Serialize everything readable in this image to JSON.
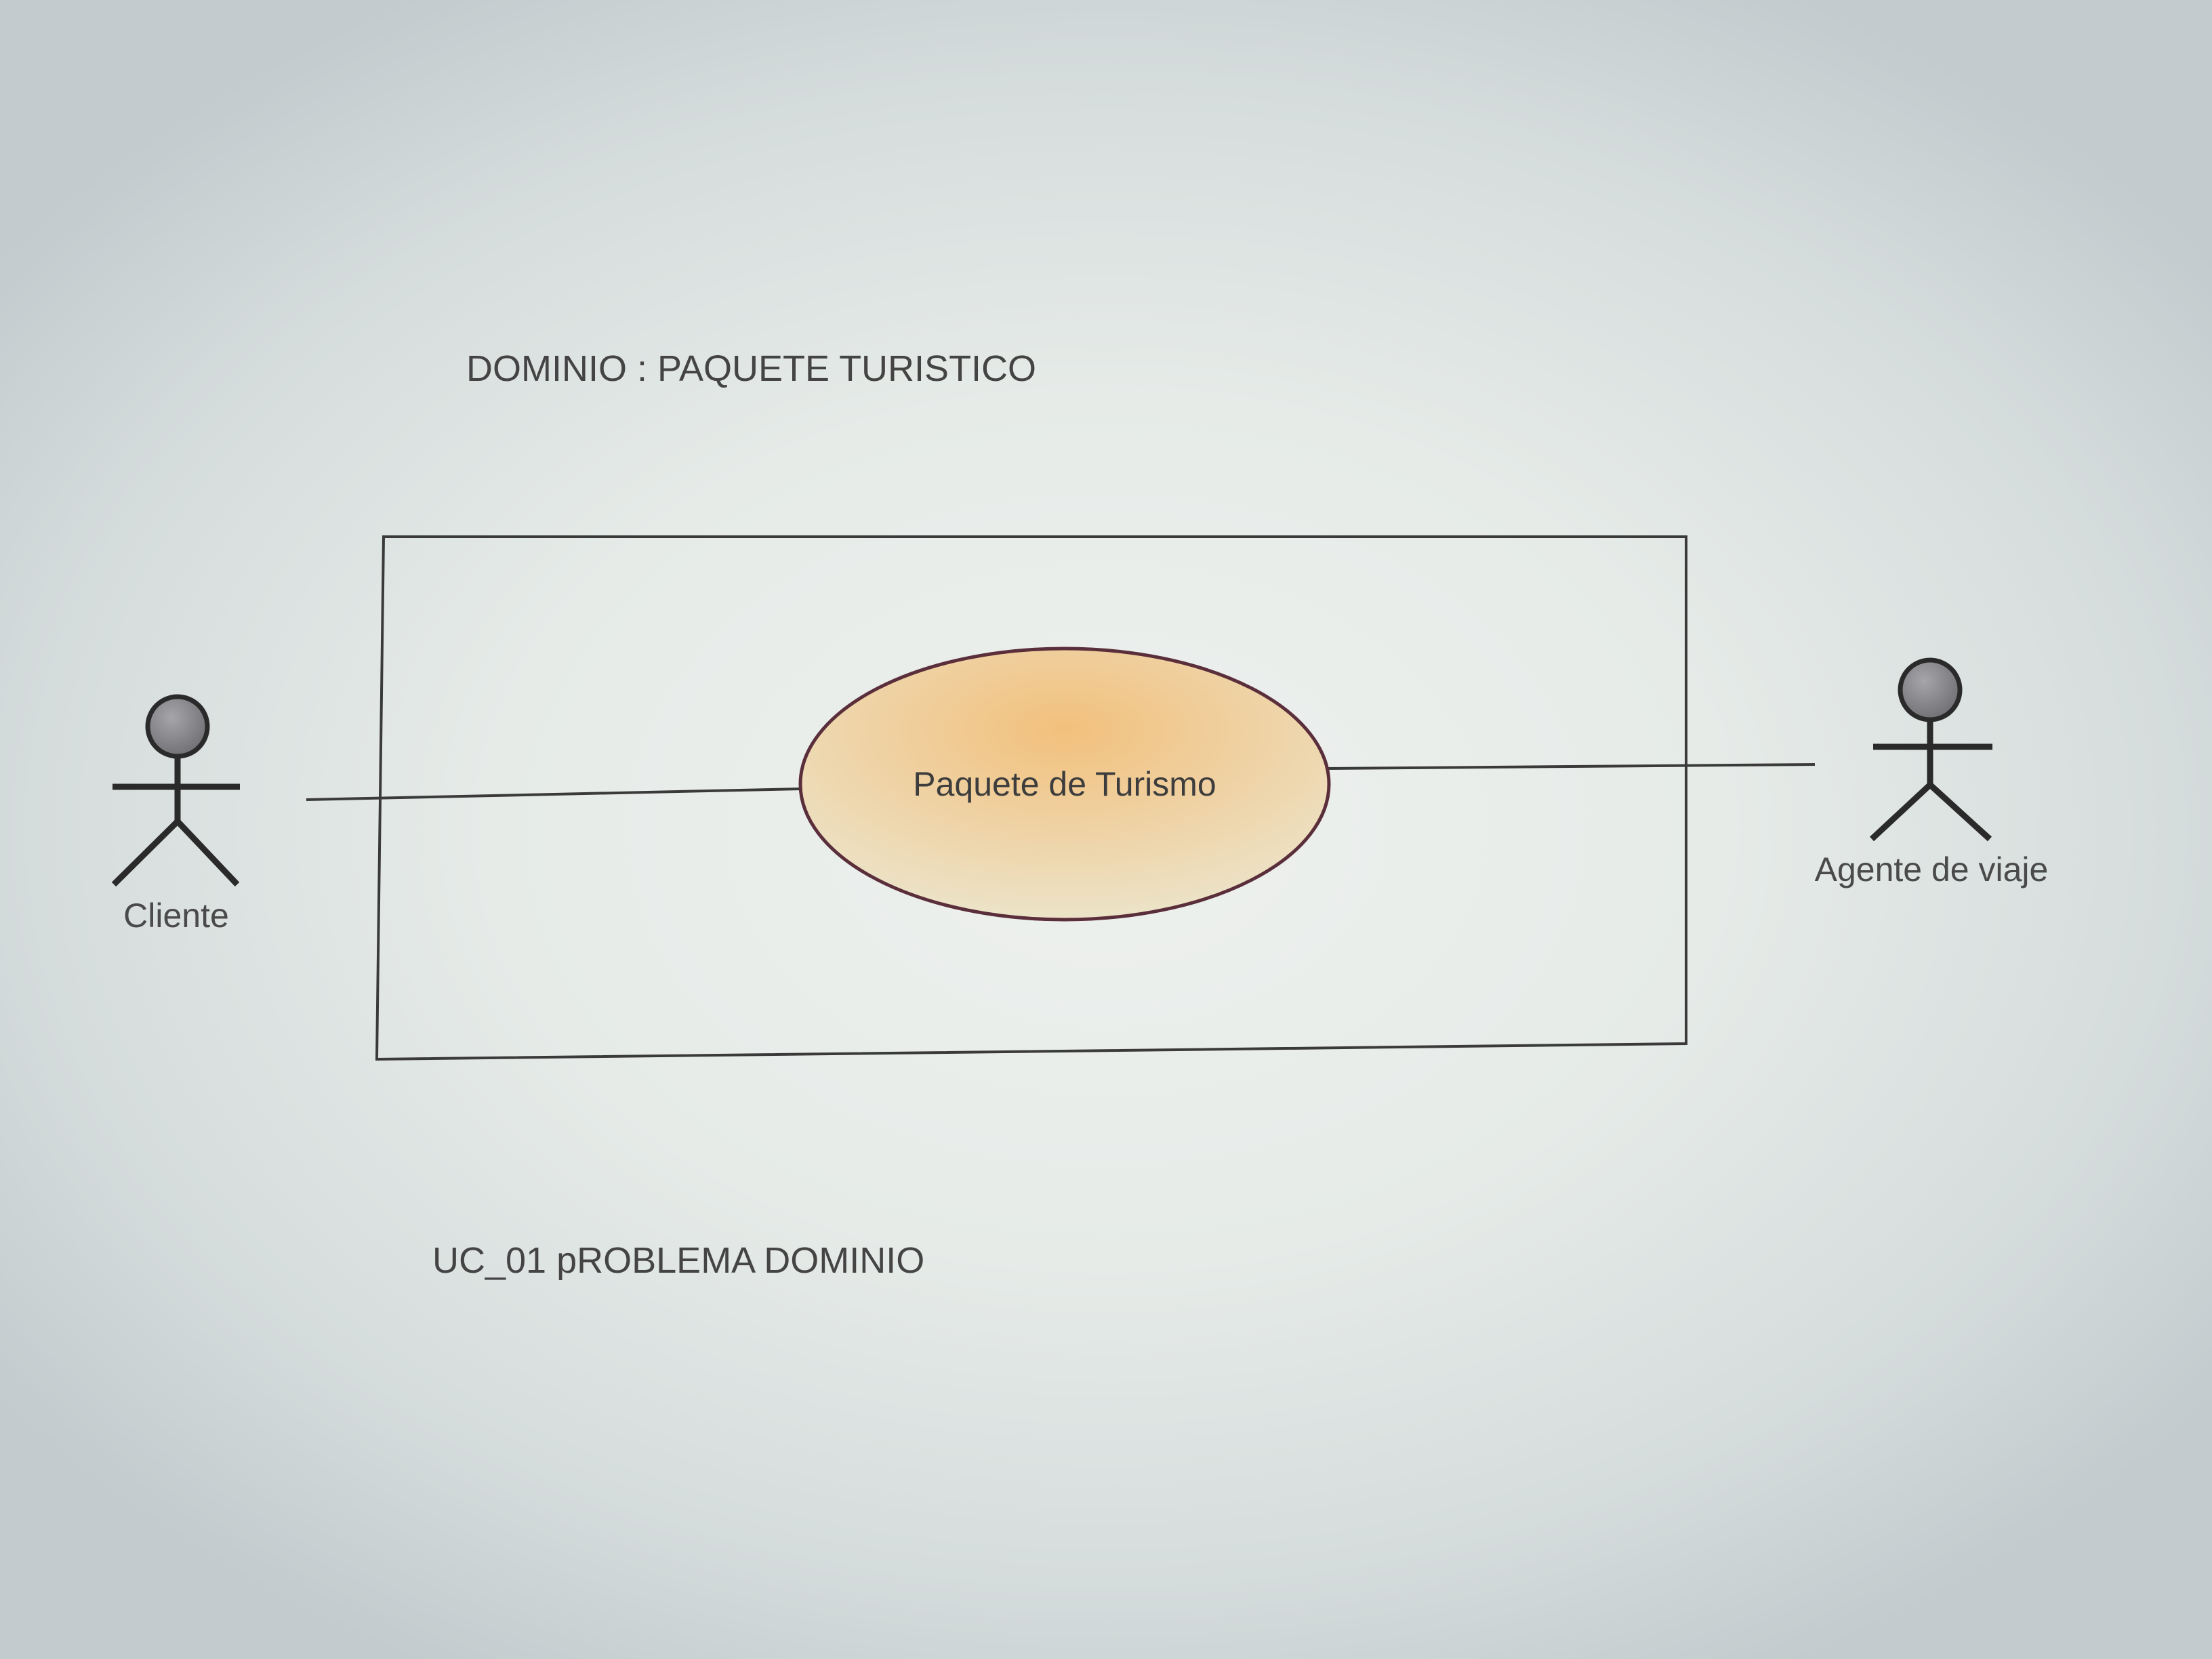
{
  "title": "DOMINIO : PAQUETE TURISTICO",
  "caption": "UC_01 pROBLEMA DOMINIO",
  "actors": [
    {
      "id": "cliente",
      "label": "Cliente"
    },
    {
      "id": "agente",
      "label": "Agente de viaje"
    }
  ],
  "use_case": {
    "label": "Paquete de Turismo"
  },
  "associations": [
    {
      "from": "Cliente",
      "to": "Paquete de Turismo"
    },
    {
      "from": "Paquete de Turismo",
      "to": "Agente de viaje"
    }
  ],
  "colors": {
    "use_case_fill_center": "#f0c484",
    "use_case_fill_edge": "#efe0c0",
    "use_case_border": "#5a2e3a",
    "line": "#3a3a3a",
    "actor_head": "#8a8a8e",
    "text": "#444444"
  }
}
